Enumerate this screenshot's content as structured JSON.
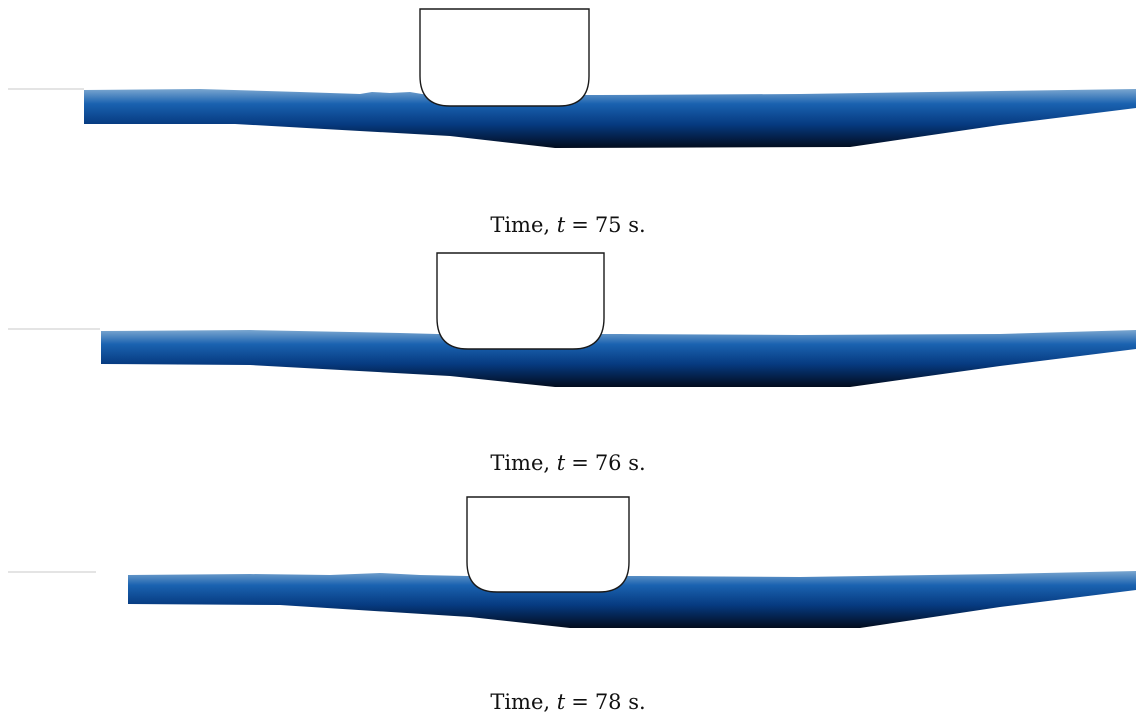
{
  "panels": [
    {
      "caption": {
        "prefix": "Time,",
        "variable": "t",
        "equals": "=",
        "value": "75",
        "unit": "s."
      }
    },
    {
      "caption": {
        "prefix": "Time,",
        "variable": "t",
        "equals": "=",
        "value": "76",
        "unit": "s."
      }
    },
    {
      "caption": {
        "prefix": "Time,",
        "variable": "t",
        "equals": "=",
        "value": "78",
        "unit": "s."
      }
    }
  ],
  "colors": {
    "water_surface": "#7aa6cf",
    "water_mid": "#0a4a9a",
    "water_deep": "#020c1e",
    "hull_fill": "#ffffff",
    "hull_stroke": "#1a1a1a",
    "reference_line": "#c8c8c8"
  }
}
